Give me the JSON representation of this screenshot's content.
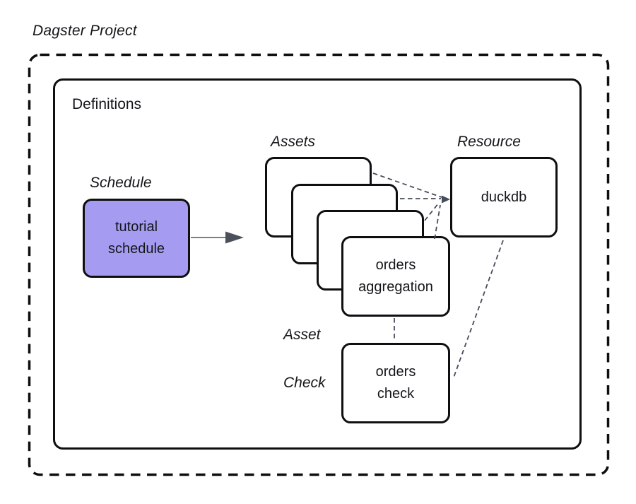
{
  "title": "Dagster Project",
  "definitions": {
    "label": "Definitions"
  },
  "schedule": {
    "label": "Schedule",
    "node_lines": [
      "tutorial",
      "schedule"
    ]
  },
  "assets": {
    "label": "Assets",
    "stack_count": 4,
    "front_node_lines": [
      "orders",
      "aggregation"
    ]
  },
  "resource": {
    "label": "Resource",
    "node": "duckdb"
  },
  "asset_check": {
    "label_lines": [
      "Asset",
      "Check"
    ],
    "node_lines": [
      "orders",
      "check"
    ]
  },
  "edges": [
    {
      "from": "asset-card-1",
      "to": "duckdb",
      "style": "dashed-arrow"
    },
    {
      "from": "asset-card-2",
      "to": "duckdb",
      "style": "dashed-arrow"
    },
    {
      "from": "asset-card-3",
      "to": "duckdb",
      "style": "dashed-arrow"
    },
    {
      "from": "orders-aggregation",
      "to": "duckdb",
      "style": "dashed-arrow"
    },
    {
      "from": "orders-aggregation",
      "to": "orders-check",
      "style": "dashed"
    },
    {
      "from": "duckdb",
      "to": "orders-check",
      "style": "dashed"
    },
    {
      "from": "tutorial-schedule",
      "to": "assets",
      "style": "solid-arrow"
    }
  ],
  "colors": {
    "schedule_fill": "#a59cf1",
    "box_border": "#0e0f11",
    "connector": "#454d5b",
    "arrow_line": "#6a6f77",
    "arrow_head": "#4b505a",
    "text": "#14161a"
  }
}
